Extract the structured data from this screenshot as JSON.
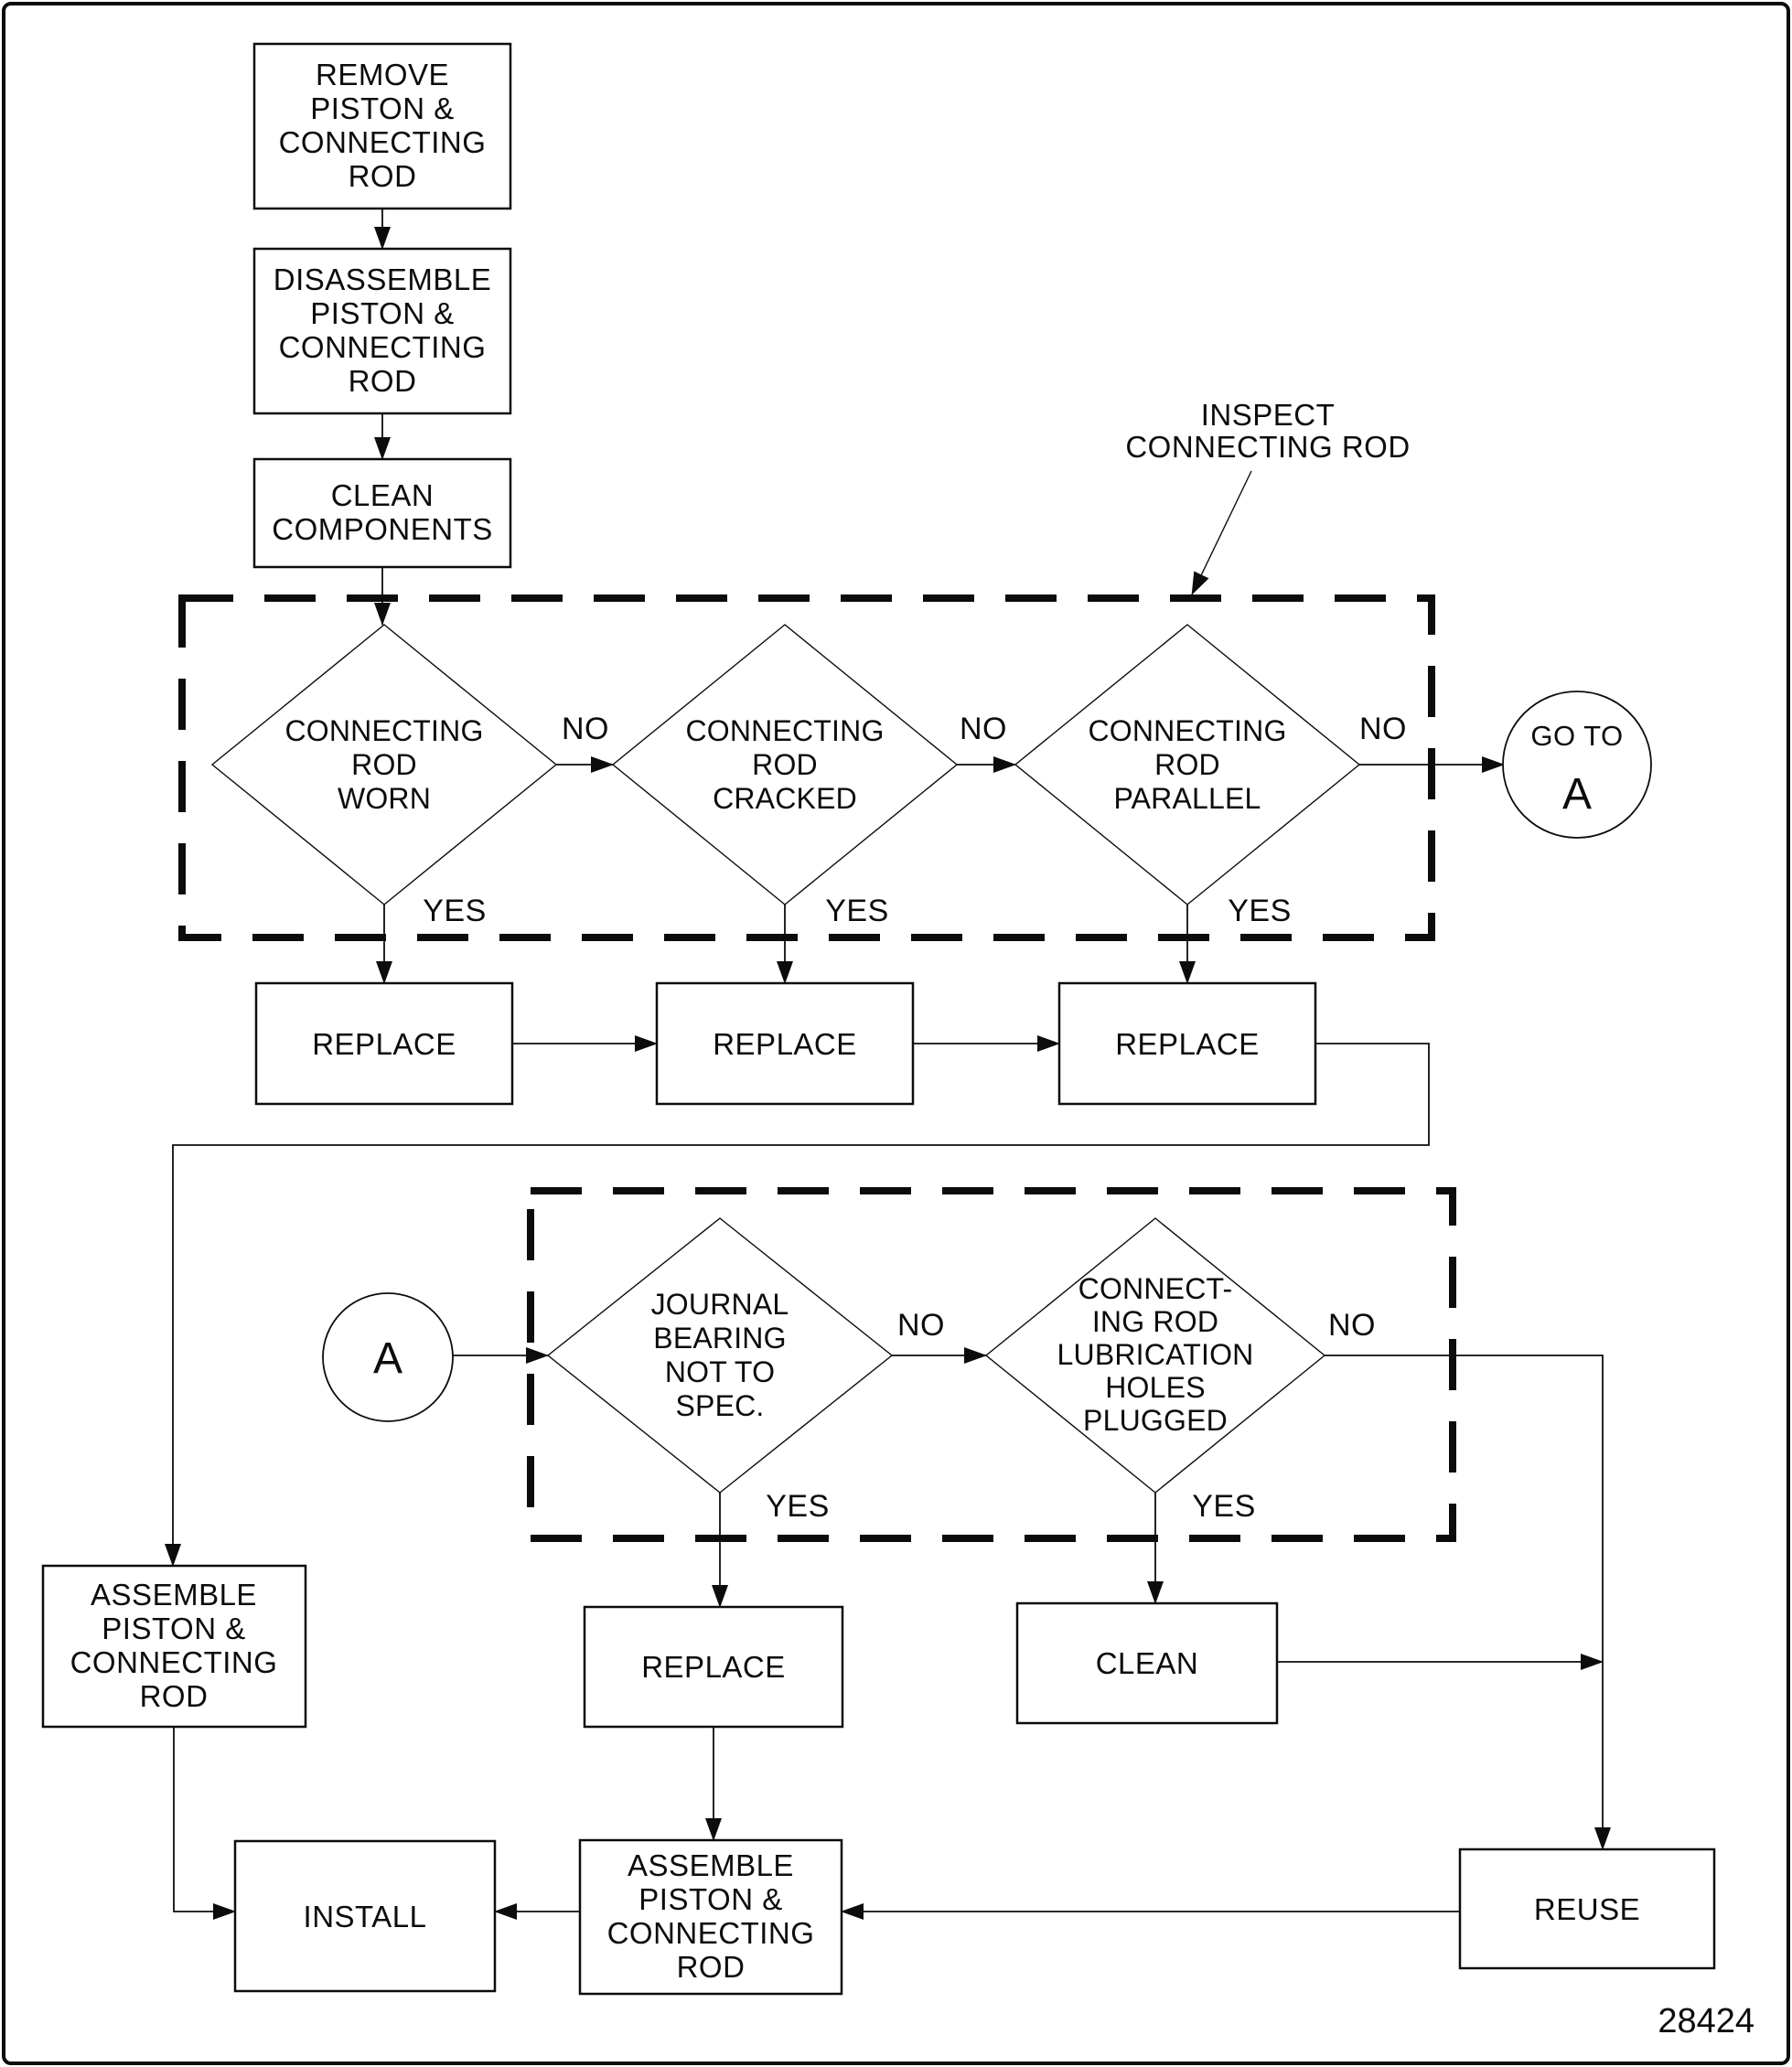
{
  "figure_number": "28424",
  "annotation": {
    "line1": "INSPECT",
    "line2": "CONNECTING ROD"
  },
  "labels": {
    "no": "NO",
    "yes": "YES"
  },
  "nodes": {
    "remove": [
      "REMOVE",
      "PISTON &",
      "CONNECTING",
      "ROD"
    ],
    "disassemble": [
      "DISASSEMBLE",
      "PISTON &",
      "CONNECTING",
      "ROD"
    ],
    "clean_components": [
      "CLEAN",
      "COMPONENTS"
    ],
    "rod_worn": [
      "CONNECTING",
      "ROD",
      "WORN"
    ],
    "rod_cracked": [
      "CONNECTING",
      "ROD",
      "CRACKED"
    ],
    "rod_parallel": [
      "CONNECTING",
      "ROD",
      "PARALLEL"
    ],
    "goto_a": {
      "line1": "GO TO",
      "line2": "A"
    },
    "replace_worn": "REPLACE",
    "replace_cracked": "REPLACE",
    "replace_parallel": "REPLACE",
    "connector_a": "A",
    "journal_bearing": [
      "JOURNAL",
      "BEARING",
      "NOT TO",
      "SPEC."
    ],
    "lubrication": [
      "CONNECT-",
      "ING ROD",
      "LUBRICATION",
      "HOLES",
      "PLUGGED"
    ],
    "assemble_left": [
      "ASSEMBLE",
      "PISTON &",
      "CONNECTING",
      "ROD"
    ],
    "replace_bearing": "REPLACE",
    "clean_holes": "CLEAN",
    "install": "INSTALL",
    "assemble_bottom": [
      "ASSEMBLE",
      "PISTON &",
      "CONNECTING",
      "ROD"
    ],
    "reuse": "REUSE"
  }
}
